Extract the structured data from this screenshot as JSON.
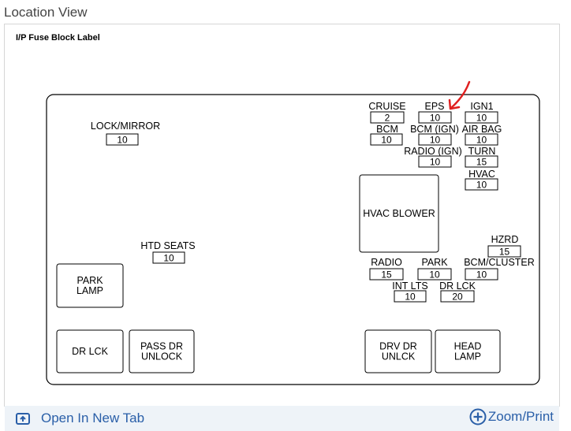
{
  "header": {
    "title": "Location View"
  },
  "panel": {
    "label_title": "I/P Fuse Block Label"
  },
  "fuses": [
    {
      "name": "LOCK/MIRROR",
      "value": "10"
    },
    {
      "name": "CRUISE",
      "value": "2"
    },
    {
      "name": "EPS",
      "value": "10"
    },
    {
      "name": "IGN1",
      "value": "10"
    },
    {
      "name": "BCM",
      "value": "10"
    },
    {
      "name": "BCM (IGN)",
      "value": "10"
    },
    {
      "name": "AIR BAG",
      "value": "10"
    },
    {
      "name": "RADIO (IGN)",
      "value": "10"
    },
    {
      "name": "TURN",
      "value": "15"
    },
    {
      "name": "HVAC",
      "value": "10"
    },
    {
      "name": "HTD SEATS",
      "value": "10"
    },
    {
      "name": "HZRD",
      "value": "15"
    },
    {
      "name": "RADIO",
      "value": "15"
    },
    {
      "name": "PARK",
      "value": "10"
    },
    {
      "name": "BCM/CLUSTER",
      "value": "10"
    },
    {
      "name": "INT LTS",
      "value": "10"
    },
    {
      "name": "DR LCK",
      "value": "20"
    }
  ],
  "relays": [
    {
      "lines": [
        "HVAC BLOWER"
      ]
    },
    {
      "lines": [
        "PARK",
        "LAMP"
      ]
    },
    {
      "lines": [
        "DR LCK"
      ]
    },
    {
      "lines": [
        "PASS DR",
        "UNLOCK"
      ]
    },
    {
      "lines": [
        "DRV DR",
        "UNLCK"
      ]
    },
    {
      "lines": [
        "HEAD",
        "LAMP"
      ]
    }
  ],
  "annotation": {
    "color": "#e02020"
  },
  "footer": {
    "open_tab_label": "Open In New Tab",
    "open_tab_icon": "open-new-tab-icon",
    "zoom_label": "Zoom/Print",
    "zoom_icon": "plus-circle-icon",
    "link_color": "#2a5fa8"
  }
}
